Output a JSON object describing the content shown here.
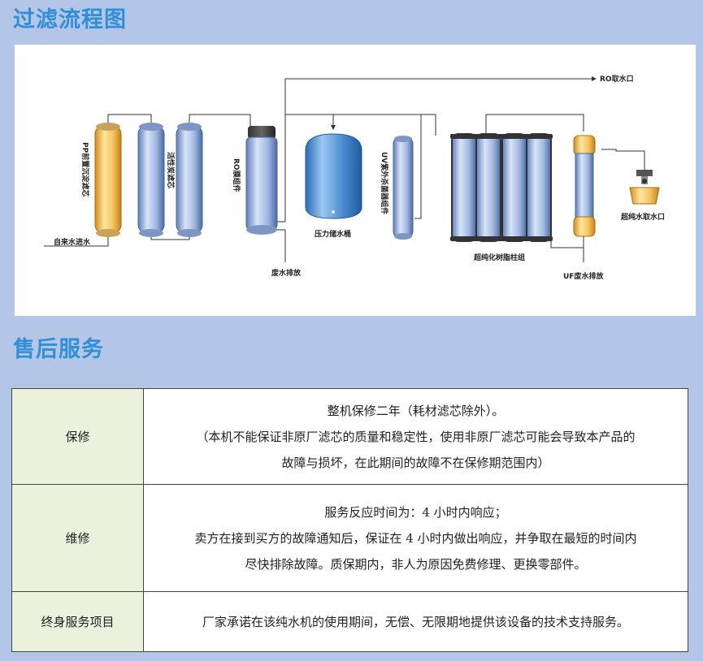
{
  "headings": {
    "filtration": "过滤流程图",
    "after_sales": "售后服务"
  },
  "diagram": {
    "labels": {
      "tap_inlet": "自来水进水",
      "pp_filter": "PP前置沉淀滤芯",
      "carbon_filter": "活性炭滤芯",
      "ro_membrane": "RO膜组件",
      "waste_discharge": "废水排放",
      "pressure_tank": "压力储水桶",
      "uv_sterilizer": "UV紫外杀菌器组件",
      "ro_outlet": "RO取水口",
      "resin_group": "超纯化树脂柱组",
      "uf_waste": "UF废水排放",
      "ultrapure_outlet": "超纯水取水口"
    },
    "colors": {
      "blue_vessel": "#9fb8e0",
      "yellow_vessel": "#f5c25a",
      "tank": "#4e8ed0"
    }
  },
  "service_table": {
    "rows": [
      {
        "key": "保修",
        "lines": [
          "整机保修二年（耗材滤芯除外）。",
          "（本机不能保证非原厂滤芯的质量和稳定性，使用非原厂滤芯可能会导致本产品的",
          "故障与损坏，在此期间的故障不在保修期范围内）"
        ]
      },
      {
        "key": "维修",
        "lines": [
          "服务反应时间为：4 小时内响应；",
          "卖方在接到买方的故障通知后，保证在 4 小时内做出响应，并争取在最短的时间内",
          "尽快排除故障。质保期内，非人为原因免费修理、更换零部件。"
        ]
      },
      {
        "key": "终身服务项目",
        "lines": [
          "厂家承诺在该纯水机的使用期间，无偿、无限期地提供该设备的技术支持服务。"
        ]
      }
    ]
  }
}
